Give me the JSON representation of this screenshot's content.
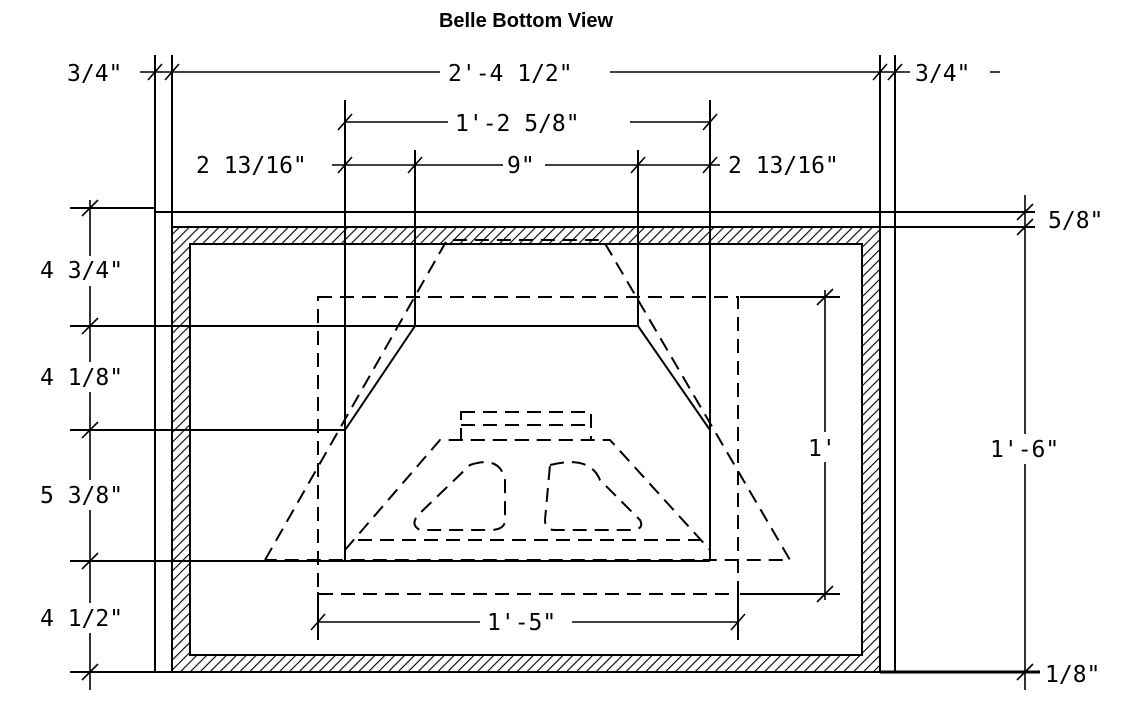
{
  "title": "Belle Bottom View",
  "dimensions": {
    "top_left_panel": "3/4\"",
    "overall_width": "2'-4 1/2\"",
    "top_right_panel": "3/4\"",
    "horn_mouth_width": "1'-2 5/8\"",
    "left_offset": "2 13/16\"",
    "throat_width": "9\"",
    "right_offset": "2 13/16\"",
    "top_panel_thickness": "5/8\"",
    "depth_a": "4 3/4\"",
    "depth_b": "4 1/8\"",
    "depth_c": "5 3/8\"",
    "depth_d": "4 1/2\"",
    "driver_height": "1'",
    "overall_height": "1'-6\"",
    "driver_width": "1'-5\"",
    "bottom_gap": "1/8\""
  }
}
